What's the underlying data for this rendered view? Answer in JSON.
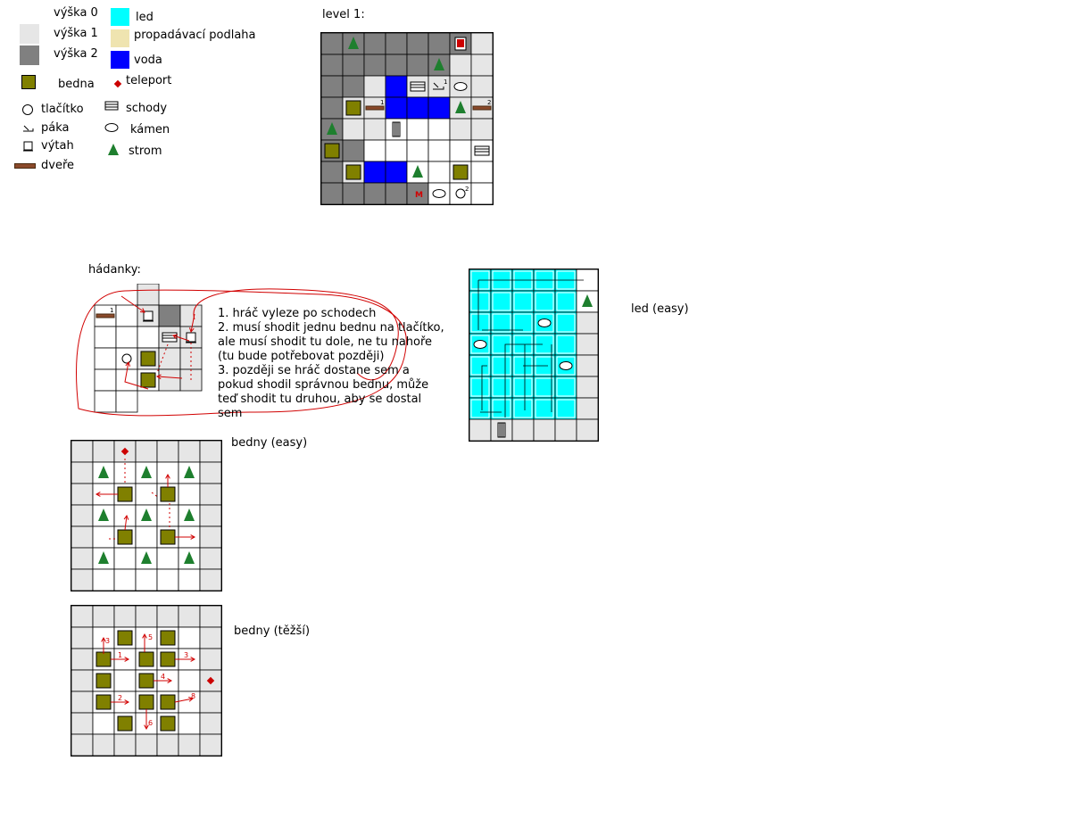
{
  "legend": {
    "height0": "výška 0",
    "height1": "výška 1",
    "height2": "výška 2",
    "crate": "bedna",
    "teleport": "teleport",
    "button": "tlačítko",
    "lever": "páka",
    "elevator": "výtah",
    "door": "dveře",
    "ice": "led",
    "trapfloor": "propadávací podlaha",
    "water": "voda",
    "stairs": "schody",
    "stone": "kámen",
    "tree": "strom"
  },
  "colors": {
    "height1": "#e6e6e6",
    "height2": "#808080",
    "ice": "#00ffff",
    "trapfloor": "#efe4b0",
    "water": "#0000ff",
    "crate": "#808000",
    "tree": "#1e7f2e",
    "door": "#8b4a2b",
    "teleport": "#cc0000",
    "annotation": "#d10000"
  },
  "level1": {
    "title": "level 1:",
    "labels": {
      "lever_num": "1",
      "door_left_num": "1",
      "door_right_num": "2",
      "stone_num": "2",
      "m": "M"
    }
  },
  "puzzles": {
    "title": "hádanky:",
    "door_num": "1",
    "notes": [
      "1. hráč vyleze po schodech",
      "2. musí shodit jednu bednu na tlačítko,",
      "    ale musí shodit tu dole, ne tu nahoře",
      "    (tu bude potřebovat později)",
      "3. později se hráč dostane sem a",
      "    pokud shodil správnou bednu, může",
      "    teď shodit tu druhou, aby se dostal",
      "    sem"
    ]
  },
  "ice_easy": {
    "title": "led (easy)"
  },
  "crates_easy": {
    "title": "bedny (easy)"
  },
  "crates_hard": {
    "title": "bedny (těžší)",
    "numbers": [
      "3",
      "5",
      "1",
      "3",
      "4",
      "2",
      "6",
      "8"
    ]
  }
}
